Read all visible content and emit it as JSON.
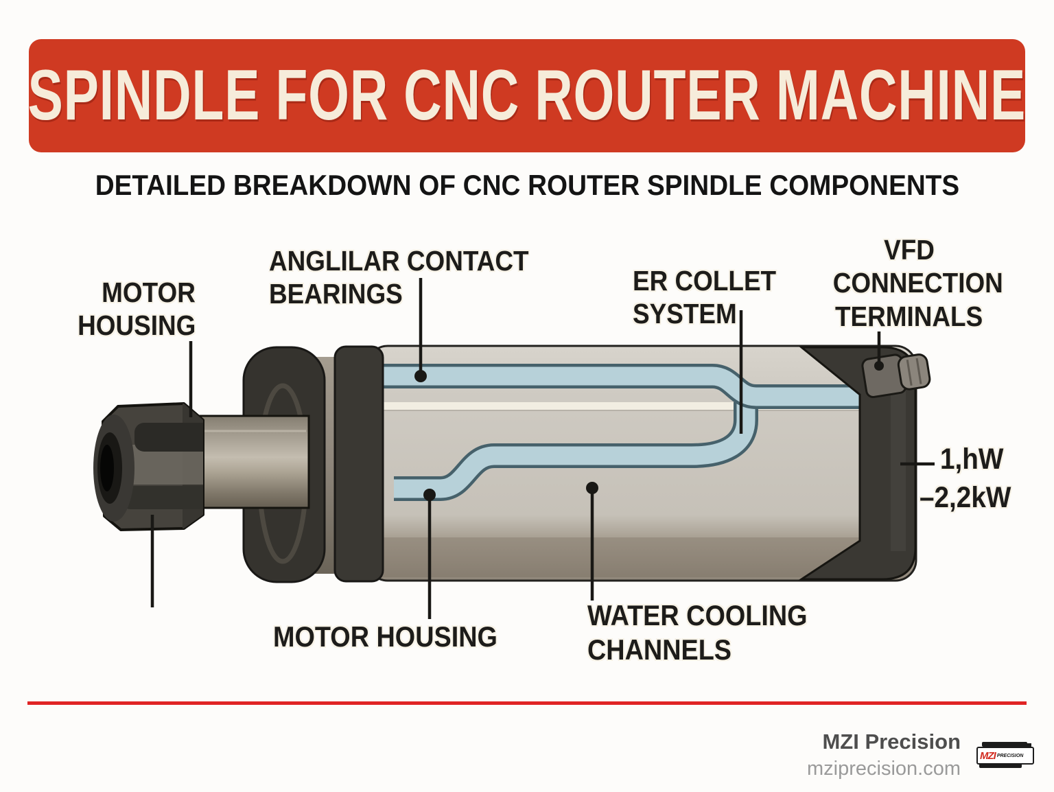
{
  "banner": {
    "title": "SPINDLE FOR CNC ROUTER MACHINE",
    "bg_color": "#cf3a22",
    "text_color": "#f6ecda"
  },
  "subtitle": "DETAILED BREAKDOWN OF CNC ROUTER SPINDLE COMPONENTS",
  "component_labels": {
    "motor_housing_top": {
      "line1": "MOTOR",
      "line2": "HOUSING"
    },
    "angular_contact_bearings": {
      "line1": "ANGLILAR CONTACT",
      "line2": "BEARINGS"
    },
    "er_collet_system": {
      "line1": "ER COLLET",
      "line2": "SYSTEM"
    },
    "vfd_connection_terminals": {
      "line1": "VFD",
      "line2": "CONNECTION",
      "line3": "TERMINALS"
    },
    "power_rating": {
      "line1": "1,hW",
      "line2": "–2,2kW"
    },
    "motor_housing_bottom": {
      "line1": "MOTOR HOUSING"
    },
    "water_cooling_channels": {
      "line1": "WATER COOLING",
      "line2": "CHANNELS"
    }
  },
  "footer": {
    "company": "MZI Precision",
    "website": "mziprecision.com",
    "logo": {
      "mzi": "MZI",
      "precision": "PRECISION"
    }
  },
  "colors": {
    "banner_red": "#cf3a22",
    "divider_red": "#e02424",
    "channel_blue": "#b7d1d9",
    "channel_edge": "#46616b",
    "body_gray": "#ccc8c0",
    "dark_metal": "#3a3833"
  }
}
